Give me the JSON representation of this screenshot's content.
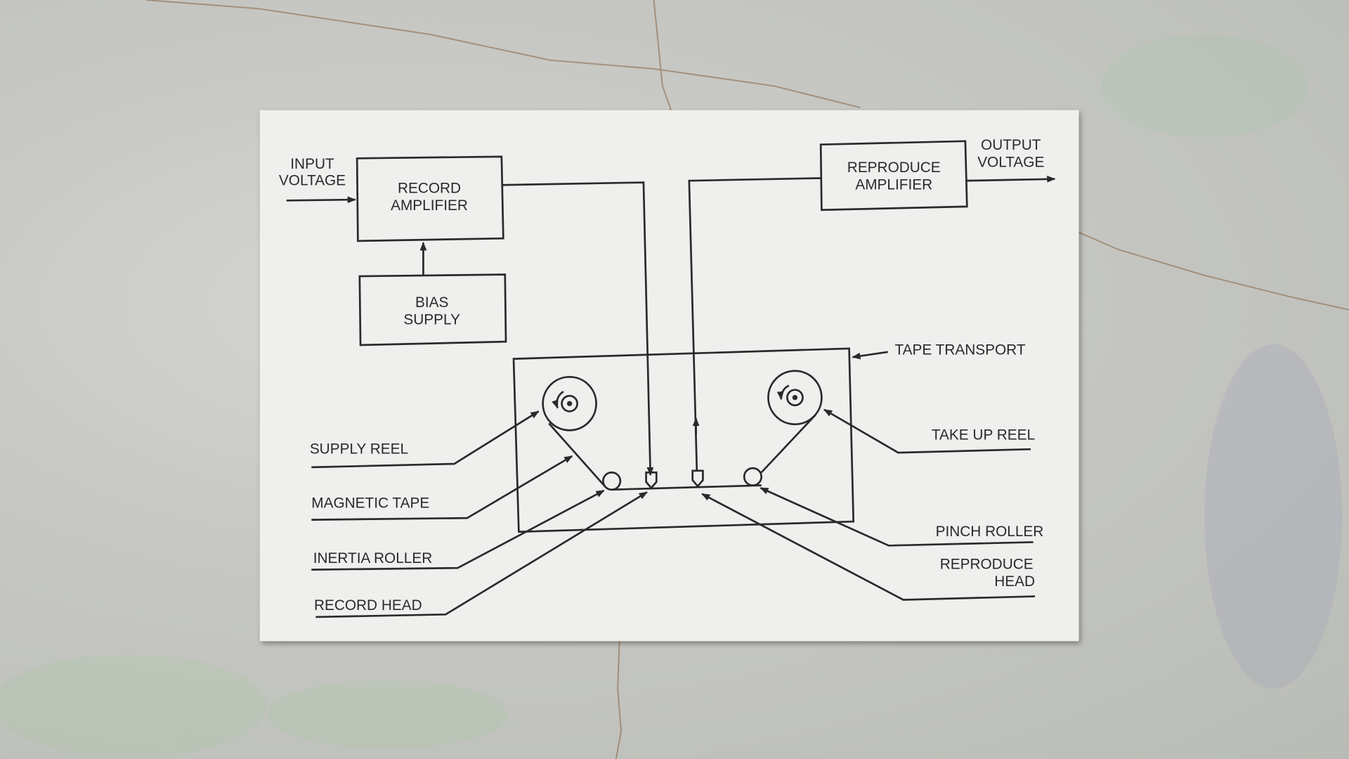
{
  "diagram": {
    "title_blocks": {
      "input_voltage": [
        "INPUT",
        "VOLTAGE"
      ],
      "record_amplifier": [
        "RECORD",
        "AMPLIFIER"
      ],
      "bias_supply": [
        "BIAS",
        "SUPPLY"
      ],
      "reproduce_amplifier": [
        "REPRODUCE",
        "AMPLIFIER"
      ],
      "output_voltage": [
        "OUTPUT",
        "VOLTAGE"
      ],
      "tape_transport": "TAPE TRANSPORT"
    },
    "labels": {
      "supply_reel": "SUPPLY REEL",
      "magnetic_tape": "MAGNETIC TAPE",
      "inertia_roller": "INERTIA ROLLER",
      "record_head": "RECORD HEAD",
      "take_up_reel": "TAKE UP REEL",
      "pinch_roller": "PINCH ROLLER",
      "reproduce_head": [
        "REPRODUCE",
        "HEAD"
      ]
    }
  },
  "colors": {
    "paper": "#efefed",
    "ink": "#2a2a2a",
    "background": "#c6c7c3"
  }
}
